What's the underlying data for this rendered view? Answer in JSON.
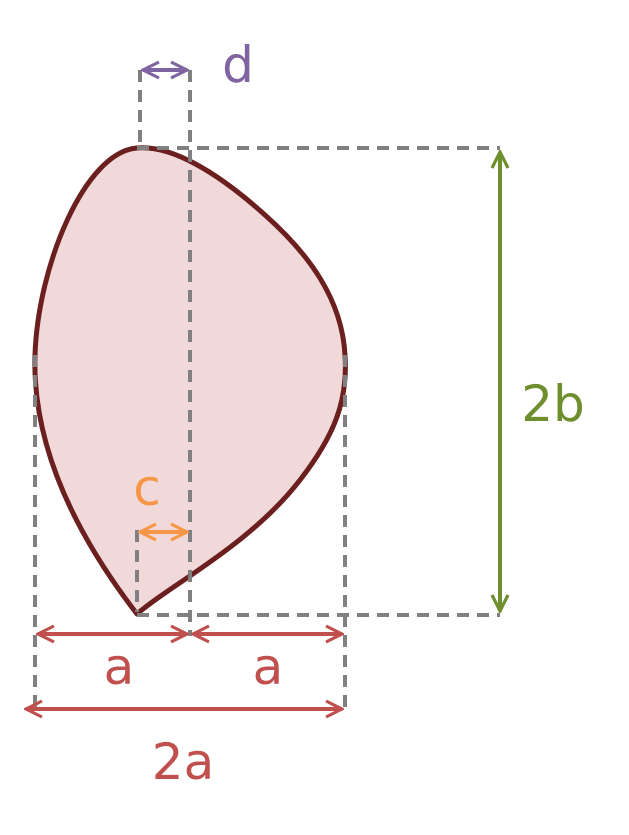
{
  "labels": {
    "d": "d",
    "two_b": "2b",
    "c": "c",
    "a_left": "a",
    "a_right": "a",
    "two_a": "2a"
  },
  "colors": {
    "shape_fill": "#f2d9d9",
    "shape_stroke": "#6b1f1f",
    "guide_dash": "#808080",
    "d_color": "#8064a2",
    "b_color": "#6f8f2f",
    "c_color": "#f79646",
    "a_color": "#c0504d"
  }
}
